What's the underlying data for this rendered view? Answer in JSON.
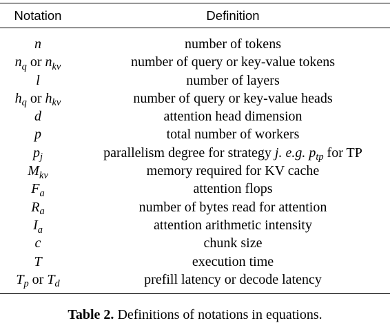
{
  "table": {
    "headers": {
      "notation": "Notation",
      "definition": "Definition"
    },
    "rows": [
      {
        "notation": [
          {
            "base": "n"
          }
        ],
        "definition": [
          {
            "t": "number of tokens"
          }
        ]
      },
      {
        "notation": [
          {
            "base": "n",
            "sub": "q"
          },
          {
            "text": " or "
          },
          {
            "base": "n",
            "sub": "kv"
          }
        ],
        "definition": [
          {
            "t": "number of query or key-value tokens"
          }
        ]
      },
      {
        "notation": [
          {
            "base": "l"
          }
        ],
        "definition": [
          {
            "t": "number of layers"
          }
        ]
      },
      {
        "notation": [
          {
            "base": "h",
            "sub": "q"
          },
          {
            "text": " or "
          },
          {
            "base": "h",
            "sub": "kv"
          }
        ],
        "definition": [
          {
            "t": "number of query or key-value heads"
          }
        ]
      },
      {
        "notation": [
          {
            "base": "d"
          }
        ],
        "definition": [
          {
            "t": "attention head dimension"
          }
        ]
      },
      {
        "notation": [
          {
            "base": "p"
          }
        ],
        "definition": [
          {
            "t": "total number of workers"
          }
        ]
      },
      {
        "notation": [
          {
            "base": "p",
            "sub": "j"
          }
        ],
        "definition": [
          {
            "t": "parallelism degree for strategy "
          },
          {
            "i": "j. e.g. "
          },
          {
            "base": "p",
            "sub": "tp"
          },
          {
            "t": " for TP"
          }
        ]
      },
      {
        "notation": [
          {
            "base": "M",
            "sub": "kv"
          }
        ],
        "definition": [
          {
            "t": "memory required for KV cache"
          }
        ]
      },
      {
        "notation": [
          {
            "base": "F",
            "sub": "a"
          }
        ],
        "definition": [
          {
            "t": "attention flops"
          }
        ]
      },
      {
        "notation": [
          {
            "base": "R",
            "sub": "a"
          }
        ],
        "definition": [
          {
            "t": "number of bytes read for attention"
          }
        ]
      },
      {
        "notation": [
          {
            "base": "I",
            "sub": "a"
          }
        ],
        "definition": [
          {
            "t": "attention arithmetic intensity"
          }
        ]
      },
      {
        "notation": [
          {
            "base": "c"
          }
        ],
        "definition": [
          {
            "t": "chunk size"
          }
        ]
      },
      {
        "notation": [
          {
            "base": "T"
          }
        ],
        "definition": [
          {
            "t": "execution time"
          }
        ]
      },
      {
        "notation": [
          {
            "base": "T",
            "sub": "p"
          },
          {
            "text": " or "
          },
          {
            "base": "T",
            "sub": "d"
          }
        ],
        "definition": [
          {
            "t": "prefill latency or decode latency"
          }
        ]
      }
    ]
  },
  "caption": {
    "label": "Table 2.",
    "text": " Definitions of notations in equations."
  }
}
